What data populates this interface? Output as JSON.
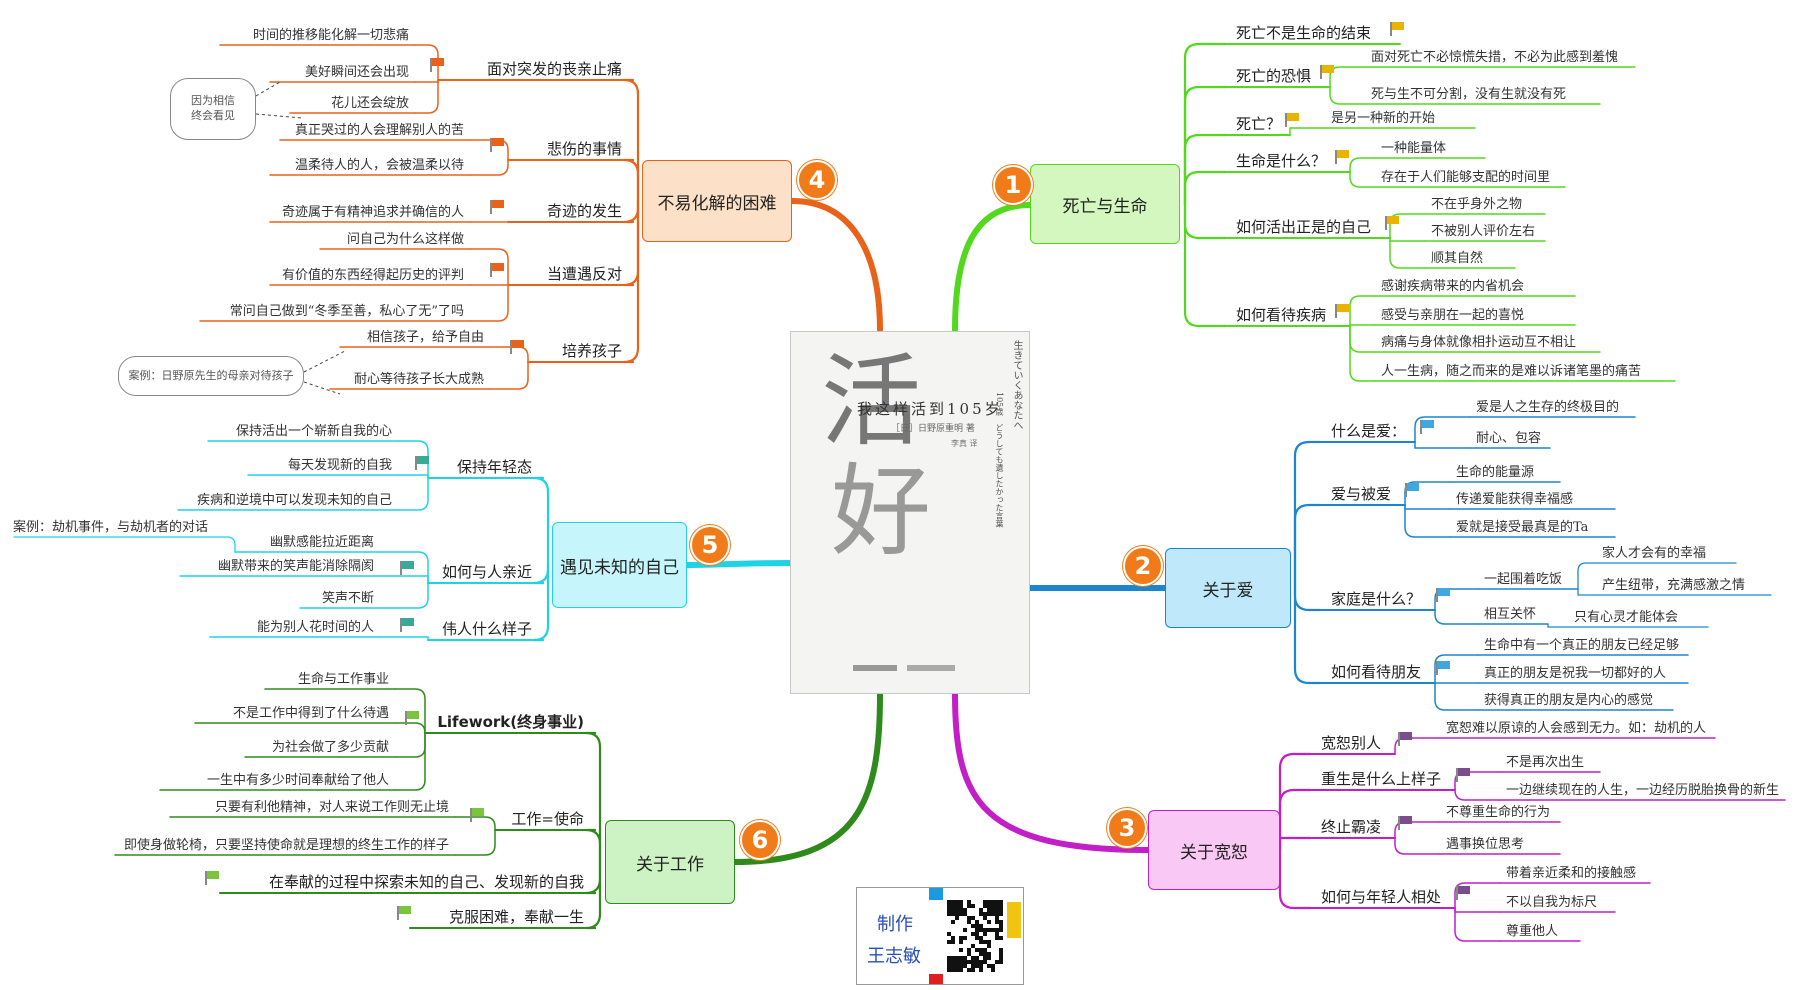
{
  "center": {
    "title_char_1": "活",
    "title_char_2": "好",
    "subtitle": "我这样活到105岁",
    "author": "［日］日野原重明 著",
    "translator": "李真 译",
    "japanese_title": "生きていくあなたへ",
    "japanese_sub": "105歳　どうしても遺したかった言葉"
  },
  "branches": [
    {
      "number": "1",
      "title": "死亡与生命",
      "color": "#52d91e",
      "fill": "#d4f7c0",
      "flag_color": "#e8b400",
      "topics": [
        {
          "label": "死亡不是生命的结束",
          "children": []
        },
        {
          "label": "死亡的恐惧",
          "children": [
            "面对死亡不必惊慌失措，不必为此感到羞愧",
            "死与生不可分割，没有生就没有死"
          ]
        },
        {
          "label": "死亡？",
          "children": [
            "是另一种新的开始"
          ]
        },
        {
          "label": "生命是什么？",
          "children": [
            "一种能量体",
            "存在于人们能够支配的时间里"
          ]
        },
        {
          "label": "如何活出正是的自己",
          "children": [
            "不在乎身外之物",
            "不被别人评价左右",
            "顺其自然"
          ]
        },
        {
          "label": "如何看待疾病",
          "children": [
            "感谢疾病带来的内省机会",
            "感受与亲朋在一起的喜悦",
            "病痛与身体就像相扑运动互不相让",
            "人一生病，随之而来的是难以诉诸笔墨的痛苦"
          ]
        }
      ]
    },
    {
      "number": "2",
      "title": "关于爱",
      "color": "#1b86cf",
      "fill": "#bfe8fb",
      "flag_color": "#3fa8e0",
      "topics": [
        {
          "label": "什么是爱：",
          "children": [
            "爱是人之生存的终极目的",
            "耐心、包容"
          ]
        },
        {
          "label": "爱与被爱",
          "children": [
            "生命的能量源",
            "传递爱能获得幸福感",
            "爱就是接受最真是的Ta"
          ]
        },
        {
          "label": "家庭是什么？",
          "children": [
            {
              "label": "一起围着吃饭",
              "children": [
                "家人才会有的幸福",
                "产生纽带，充满感激之情"
              ]
            },
            {
              "label": "相互关怀",
              "children": [
                "只有心灵才能体会"
              ]
            }
          ]
        },
        {
          "label": "如何看待朋友",
          "children": [
            "生命中有一个真正的朋友已经足够",
            "真正的朋友是祝我一切都好的人",
            "获得真正的朋友是内心的感觉"
          ]
        }
      ]
    },
    {
      "number": "3",
      "title": "关于宽恕",
      "color": "#c21fc8",
      "fill": "#f9c8f5",
      "flag_color": "#7b4d8c",
      "topics": [
        {
          "label": "宽恕别人",
          "children": [
            "宽恕难以原谅的人会感到无力。如：劫机的人"
          ]
        },
        {
          "label": "重生是什么上样子",
          "children": [
            "不是再次出生",
            "一边继续现在的人生，一边经历脱胎换骨的新生"
          ]
        },
        {
          "label": "终止霸凌",
          "children": [
            "不尊重生命的行为",
            "遇事换位思考"
          ]
        },
        {
          "label": "如何与年轻人相处",
          "children": [
            "带着亲近柔和的接触感",
            "不以自我为标尺",
            "尊重他人"
          ]
        }
      ]
    },
    {
      "number": "4",
      "title": "不易化解的困难",
      "color": "#e8621a",
      "fill": "#fde0c8",
      "flag_color": "#e8621a",
      "topics": [
        {
          "label": "面对突发的丧亲止痛",
          "children": [
            "时间的推移能化解一切悲痛",
            "美好瞬间还会出现",
            "花儿还会绽放"
          ]
        },
        {
          "label": "悲伤的事情",
          "children": [
            "真正哭过的人会理解别人的苦",
            "温柔待人的人，会被温柔以待"
          ]
        },
        {
          "label": "奇迹的发生",
          "children": [
            "奇迹属于有精神追求并确信的人"
          ]
        },
        {
          "label": "当遭遇反对",
          "children": [
            "问自己为什么这样做",
            "有价值的东西经得起历史的评判",
            "常问自己做到“冬季至善，私心了无”了吗"
          ]
        },
        {
          "label": "培养孩子",
          "children": [
            "相信孩子，给予自由",
            "耐心等待孩子长大成熟"
          ]
        }
      ],
      "notes": [
        "因为相信\n终会看见",
        "案例：日野原先生的母亲对待孩子"
      ]
    },
    {
      "number": "5",
      "title": "遇见未知的自己",
      "color": "#1ed3e6",
      "fill": "#c6f6fb",
      "flag_color": "#3aa998",
      "topics": [
        {
          "label": "保持年轻态",
          "children": [
            "保持活出一个崭新自我的心",
            "每天发现新的自我",
            "疾病和逆境中可以发现未知的自己"
          ]
        },
        {
          "label": "如何与人亲近",
          "children": [
            {
              "label": "幽默感能拉近距离",
              "children": [
                "案例：劫机事件，与劫机者的对话"
              ]
            },
            {
              "label": "幽默带来的笑声能消除隔阂",
              "children": []
            },
            {
              "label": "笑声不断",
              "children": []
            }
          ]
        },
        {
          "label": "伟人什么样子",
          "children": [
            "能为别人花时间的人"
          ]
        }
      ]
    },
    {
      "number": "6",
      "title": "关于工作",
      "color": "#2f8a1c",
      "fill": "#cdf2c3",
      "flag_color": "#7ac43e",
      "topics": [
        {
          "label": "Lifework(终身事业)",
          "children": [
            "生命与工作事业",
            "不是工作中得到了什么待遇",
            "为社会做了多少贡献",
            "一生中有多少时间奉献给了他人"
          ]
        },
        {
          "label": "工作=使命",
          "children": [
            "只要有利他精神，对人来说工作则无止境",
            "即使身做轮椅，只要坚持使命就是理想的终生工作的样子"
          ]
        },
        {
          "label": "在奉献的过程中探索未知的自己、发现新的自我",
          "children": []
        },
        {
          "label": "克服困难，奉献一生",
          "children": []
        }
      ]
    }
  ],
  "credit": {
    "line1": "制作",
    "line2": "王志敏"
  }
}
